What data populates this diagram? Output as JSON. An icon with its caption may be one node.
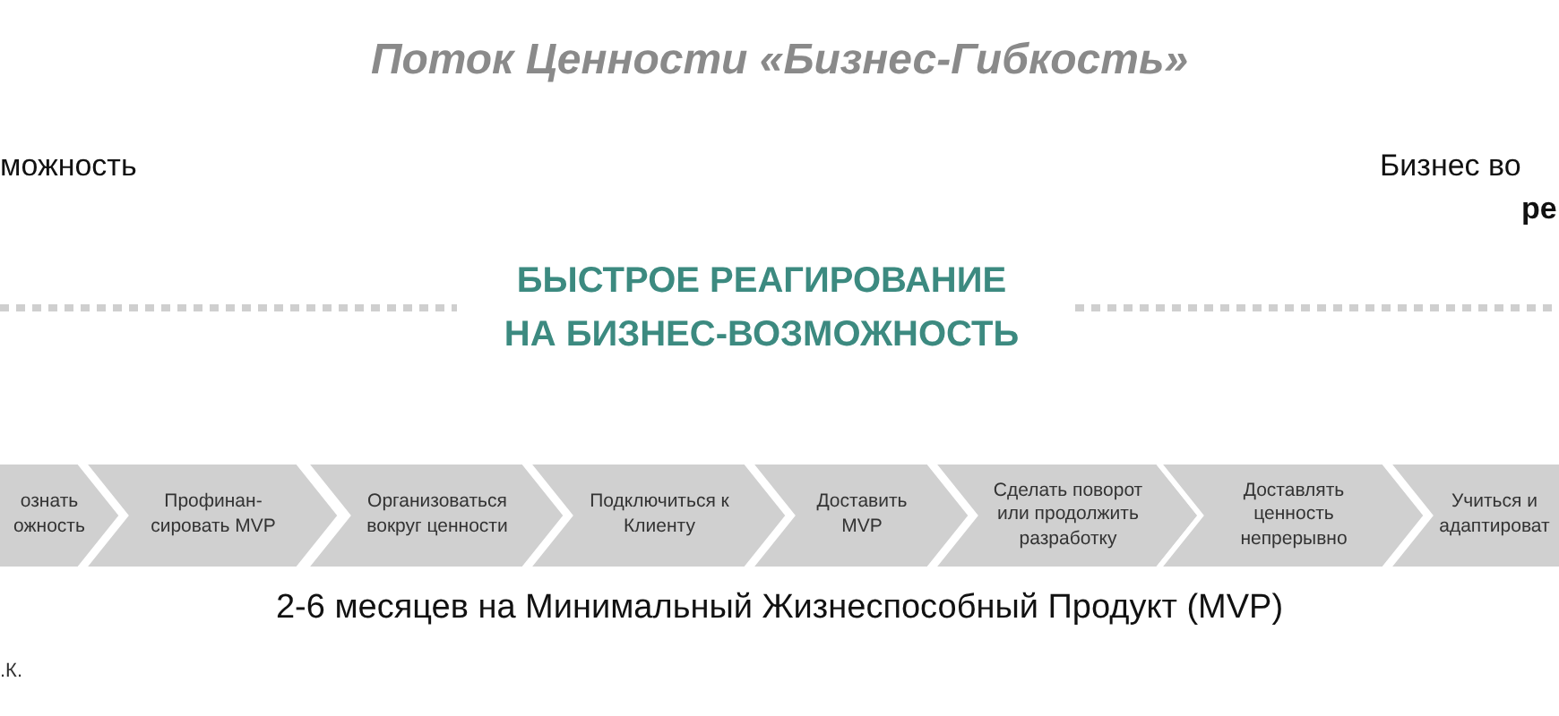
{
  "diagram": {
    "title": "Поток Ценности «Бизнес-Гибкость»",
    "caption": "2-6 месяцев на Минимальный Жизнеспособный Продукт (MVP)",
    "nodes": [
      {
        "text": [
          "ознать ожность"
        ]
      },
      {
        "text": [
          "Профинан-сировать MVP"
        ]
      },
      {
        "text": [
          "Организоваться вокруг ценности"
        ]
      },
      {
        "text": [
          "Подключиться к Клиенту"
        ]
      },
      {
        "text": [
          "Доставить MVP"
        ]
      },
      {
        "text": [
          "Сделать поворот или продолжить разработку"
        ]
      },
      {
        "text": [
          "Доставлять ценность непрерывно"
        ]
      },
      {
        "text": [
          "Учиться и адаптироват"
        ]
      }
    ],
    "labels": [
      "можность",
      "Бизнес во",
      "ре",
      "БЫСТРОЕ РЕАГИРОВАНИЕ НА БИЗНЕС-ВОЗМОЖНОСТЬ",
      ".К."
    ]
  }
}
